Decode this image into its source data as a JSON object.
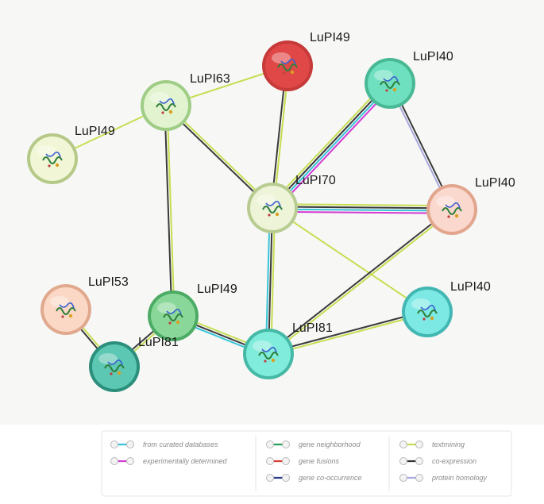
{
  "network": {
    "nodes": [
      {
        "id": "n1",
        "label": "LuPI49",
        "fill": "#e04848",
        "ring": "#c63a3a"
      },
      {
        "id": "n2",
        "label": "LuPI40",
        "fill": "#6ee0bf",
        "ring": "#49b894"
      },
      {
        "id": "n3",
        "label": "LuPI63",
        "fill": "#e2f3cf",
        "ring": "#9fcd86"
      },
      {
        "id": "n4",
        "label": "LuPI49",
        "fill": "#f1f7d6",
        "ring": "#b6c989"
      },
      {
        "id": "n5",
        "label": "LuPI70",
        "fill": "#eef4d8",
        "ring": "#b8cc92"
      },
      {
        "id": "n6",
        "label": "LuPI40",
        "fill": "#fbd8cd",
        "ring": "#e2a58e"
      },
      {
        "id": "n7",
        "label": "LuPI53",
        "fill": "#fbd8c5",
        "ring": "#e0a98e"
      },
      {
        "id": "n8",
        "label": "LuPI49",
        "fill": "#8ad79a",
        "ring": "#4cab64"
      },
      {
        "id": "n9",
        "label": "LuPI81",
        "fill": "#5cc7b2",
        "ring": "#2b8f7b"
      },
      {
        "id": "n10",
        "label": "LuPI81",
        "fill": "#80ecdc",
        "ring": "#46b9a6"
      },
      {
        "id": "n11",
        "label": "LuPI40",
        "fill": "#7de9e4",
        "ring": "#43b7b3"
      }
    ],
    "edges": [
      {
        "from": "n4",
        "to": "n3",
        "types": [
          "textmining"
        ]
      },
      {
        "from": "n3",
        "to": "n1",
        "types": [
          "textmining"
        ]
      },
      {
        "from": "n3",
        "to": "n5",
        "types": [
          "textmining",
          "coexpression"
        ]
      },
      {
        "from": "n3",
        "to": "n8",
        "types": [
          "textmining",
          "coexpression"
        ]
      },
      {
        "from": "n1",
        "to": "n5",
        "types": [
          "textmining",
          "coexpression"
        ]
      },
      {
        "from": "n5",
        "to": "n2",
        "types": [
          "textmining",
          "coexpression",
          "curated",
          "experimental"
        ]
      },
      {
        "from": "n2",
        "to": "n6",
        "types": [
          "coexpression",
          "homology"
        ]
      },
      {
        "from": "n5",
        "to": "n6",
        "types": [
          "textmining",
          "coexpression",
          "curated",
          "experimental"
        ]
      },
      {
        "from": "n5",
        "to": "n10",
        "types": [
          "textmining",
          "coexpression",
          "curated"
        ]
      },
      {
        "from": "n5",
        "to": "n11",
        "types": [
          "textmining"
        ]
      },
      {
        "from": "n6",
        "to": "n10",
        "types": [
          "textmining",
          "coexpression"
        ]
      },
      {
        "from": "n8",
        "to": "n10",
        "types": [
          "textmining",
          "coexpression",
          "curated"
        ]
      },
      {
        "from": "n8",
        "to": "n9",
        "types": [
          "textmining",
          "coexpression"
        ]
      },
      {
        "from": "n7",
        "to": "n9",
        "types": [
          "textmining",
          "coexpression"
        ]
      },
      {
        "from": "n11",
        "to": "n10",
        "types": [
          "textmining",
          "coexpression"
        ]
      }
    ]
  },
  "legend": {
    "columns": [
      [
        {
          "key": "curated",
          "label": "from curated databases",
          "color": "#36c4d8"
        },
        {
          "key": "experimental",
          "label": "experimentally determined",
          "color": "#d43ad4"
        }
      ],
      [
        {
          "key": "neighborhood",
          "label": "gene neighborhood",
          "color": "#2aa05a"
        },
        {
          "key": "fusions",
          "label": "gene fusions",
          "color": "#d93b3b"
        },
        {
          "key": "cooccurrence",
          "label": "gene co-occurrence",
          "color": "#2b3a8f"
        }
      ],
      [
        {
          "key": "textmining",
          "label": "textmining",
          "color": "#c6de52"
        },
        {
          "key": "coexpression",
          "label": "co-expression",
          "color": "#333333"
        },
        {
          "key": "homology",
          "label": "protein homology",
          "color": "#a8a8e0"
        }
      ]
    ]
  },
  "edge_colors": {
    "textmining": "#c6de52",
    "coexpression": "#3a3a3a",
    "curated": "#36c4d8",
    "experimental": "#d43ad4",
    "homology": "#a8a8e0"
  }
}
